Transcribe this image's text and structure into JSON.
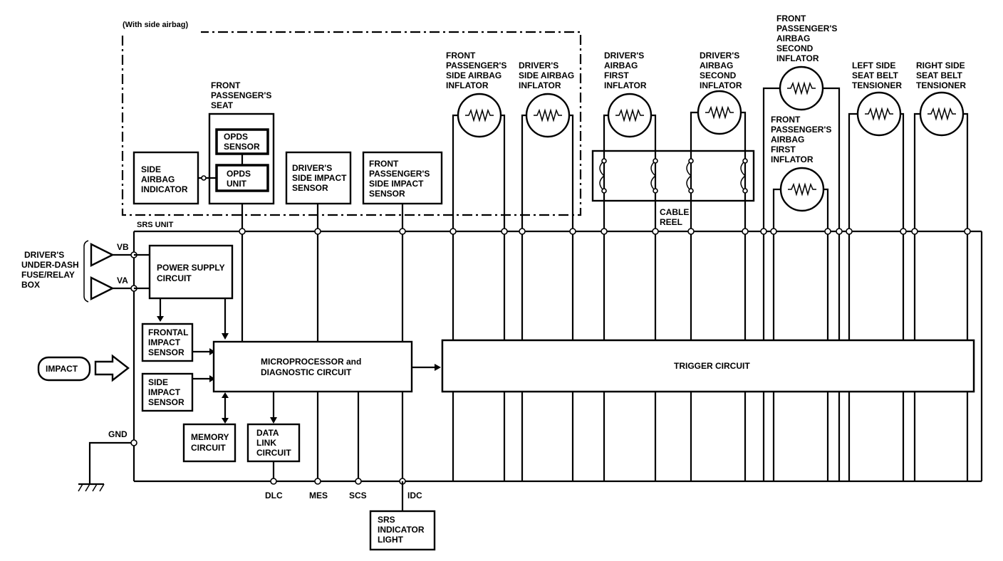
{
  "labels": {
    "with_side_airbag": "(With side airbag)",
    "srs_unit": "SRS UNIT",
    "fuse_box": [
      "DRIVER'S",
      "UNDER-DASH",
      "FUSE/RELAY",
      "BOX"
    ],
    "vb": "VB",
    "va": "VA",
    "gnd": "GND",
    "impact": "IMPACT",
    "power_supply": [
      "POWER SUPPLY",
      "CIRCUIT"
    ],
    "frontal_impact": [
      "FRONTAL",
      "IMPACT",
      "SENSOR"
    ],
    "side_impact": [
      "SIDE",
      "IMPACT",
      "SENSOR"
    ],
    "microprocessor": [
      "MICROPROCESSOR and",
      "DIAGNOSTIC CIRCUIT"
    ],
    "memory": [
      "MEMORY",
      "CIRCUIT"
    ],
    "data_link": [
      "DATA",
      "LINK",
      "CIRCUIT"
    ],
    "trigger": "TRIGGER CIRCUIT",
    "side_airbag_indicator": [
      "SIDE",
      "AIRBAG",
      "INDICATOR"
    ],
    "front_pass_seat": [
      "FRONT",
      "PASSENGER'S",
      "SEAT"
    ],
    "opds_sensor": [
      "OPDS",
      "SENSOR"
    ],
    "opds_unit": [
      "OPDS",
      "UNIT"
    ],
    "drivers_side_impact": [
      "DRIVER'S",
      "SIDE IMPACT",
      "SENSOR"
    ],
    "front_pass_side_impact": [
      "FRONT",
      "PASSENGER'S",
      "SIDE IMPACT",
      "SENSOR"
    ],
    "fp_side_airbag_inflator": [
      "FRONT",
      "PASSENGER'S",
      "SIDE AIRBAG",
      "INFLATOR"
    ],
    "drv_side_airbag_inflator": [
      "DRIVER'S",
      "SIDE AIRBAG",
      "INFLATOR"
    ],
    "drv_airbag_first": [
      "DRIVER'S",
      "AIRBAG",
      "FIRST",
      "INFLATOR"
    ],
    "drv_airbag_second": [
      "DRIVER'S",
      "AIRBAG",
      "SECOND",
      "INFLATOR"
    ],
    "fp_airbag_second": [
      "FRONT",
      "PASSENGER'S",
      "AIRBAG",
      "SECOND",
      "INFLATOR"
    ],
    "fp_airbag_first": [
      "FRONT",
      "PASSENGER'S",
      "AIRBAG",
      "FIRST",
      "INFLATOR"
    ],
    "left_tensioner": [
      "LEFT SIDE",
      "SEAT BELT",
      "TENSIONER"
    ],
    "right_tensioner": [
      "RIGHT SIDE",
      "SEAT BELT",
      "TENSIONER"
    ],
    "cable_reel": [
      "CABLE",
      "REEL"
    ],
    "dlc": "DLC",
    "mes": "MES",
    "scs": "SCS",
    "idc": "IDC",
    "srs_indicator": [
      "SRS",
      "INDICATOR",
      "LIGHT"
    ]
  }
}
